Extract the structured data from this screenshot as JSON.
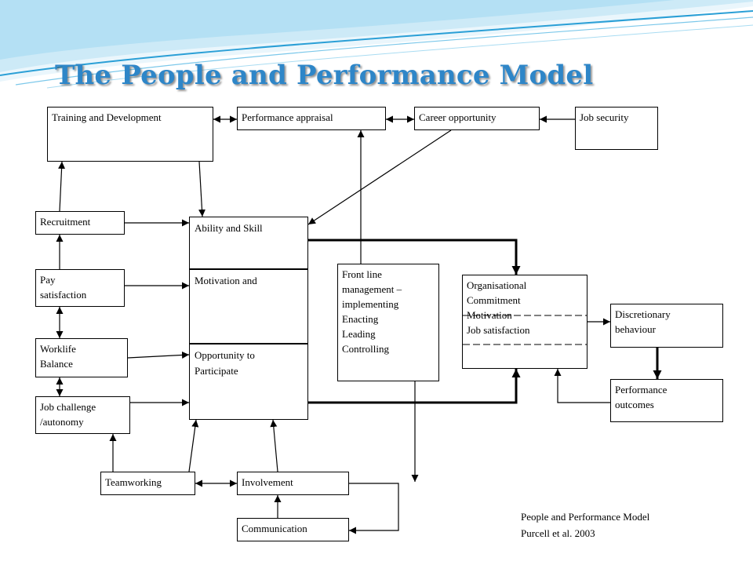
{
  "title": "The People and Performance Model",
  "boxes": {
    "training": "Training  and Development",
    "appraisal": "Performance appraisal",
    "career": "Career opportunity",
    "job_security": "Job security",
    "recruitment": "Recruitment",
    "pay": [
      "Pay",
      "satisfaction"
    ],
    "worklife": [
      "Worklife",
      "Balance"
    ],
    "job_challenge": [
      "Job challenge",
      "/autonomy"
    ],
    "ability": "Ability and Skill",
    "motivation": "Motivation and",
    "opportunity": [
      "Opportunity to",
      "Participate"
    ],
    "front_line": [
      "Front line",
      "management –",
      "implementing",
      "Enacting",
      "Leading",
      "Controlling"
    ],
    "organisational": [
      "Organisational",
      "Commitment",
      "Motivation",
      "Job satisfaction"
    ],
    "discretionary": [
      "Discretionary",
      "behaviour"
    ],
    "performance_outcomes": [
      "Performance",
      "outcomes"
    ],
    "teamworking": "Teamworking",
    "involvement": "Involvement",
    "communication": "Communication"
  },
  "caption": [
    "People and Performance Model",
    "Purcell et al. 2003"
  ],
  "colors": {
    "title": "#2e86c8",
    "swoosh_light": "#dff2fb",
    "swoosh_mid": "#a9dcf2",
    "swoosh_dark": "#2a9fd6"
  }
}
